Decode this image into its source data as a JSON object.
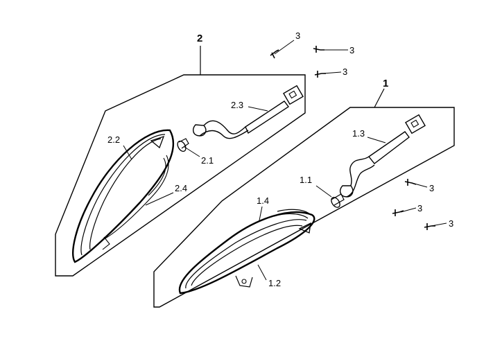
{
  "assembly_labels": {
    "left": "2",
    "right": "1"
  },
  "part_labels": {
    "l_lens": "2.2",
    "l_bulb": "2.1",
    "l_wire": "2.3",
    "l_housing": "2.4",
    "r_socket": "1.1",
    "r_wire": "1.3",
    "r_rim": "1.4",
    "r_lens": "1.2",
    "screw_a": "3",
    "screw_b": "3",
    "screw_c": "3",
    "screw_d": "3",
    "screw_e": "3",
    "screw_f": "3"
  },
  "colors": {
    "line": "#000000",
    "background": "#ffffff"
  }
}
